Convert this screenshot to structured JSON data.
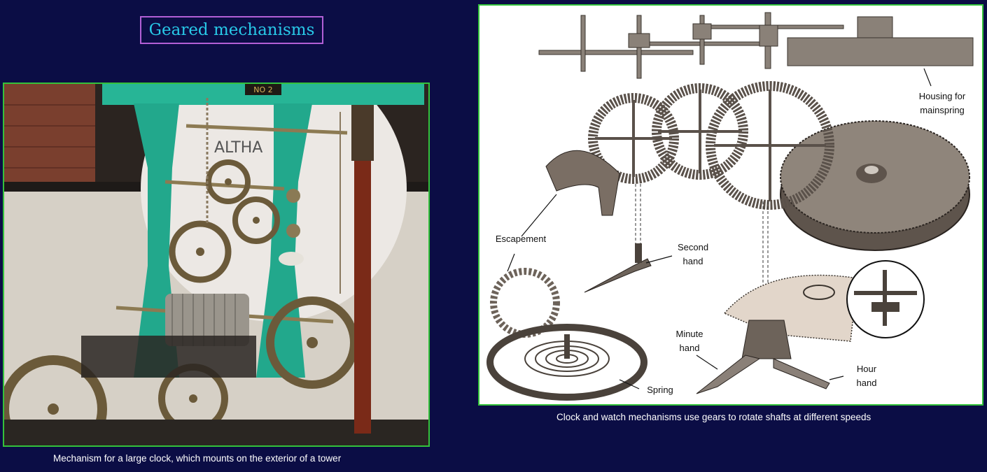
{
  "title": "Geared mechanisms",
  "photo": {
    "plaque": "NO 2",
    "dial_text": "ALTHA",
    "caption": "Mechanism for a large clock, which mounts on the exterior of a tower"
  },
  "diagram": {
    "caption": "Clock and watch mechanisms use gears to rotate shafts at different speeds",
    "labels": {
      "housing_line1": "Housing for",
      "housing_line2": "mainspring",
      "escapement": "Escapement",
      "second_line1": "Second",
      "second_line2": "hand",
      "minute_line1": "Minute",
      "minute_line2": "hand",
      "hour_line1": "Hour",
      "hour_line2": "hand",
      "spring": "Spring"
    }
  }
}
